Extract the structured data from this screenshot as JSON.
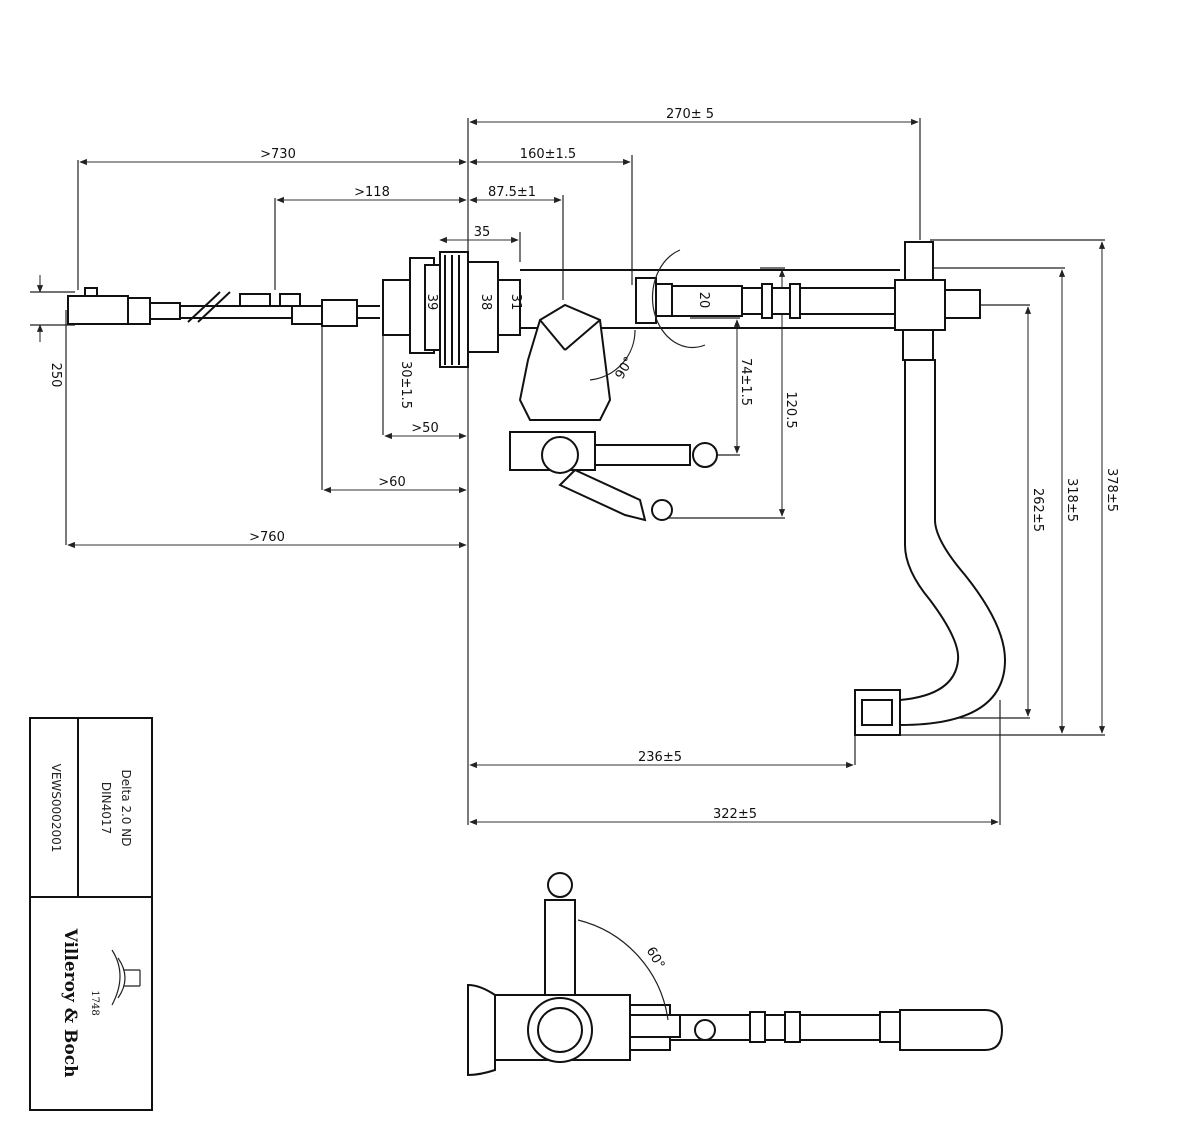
{
  "dimensions": {
    "overall_width": "270± 5",
    "reach_160": "160±1.5",
    "offset_87": "87.5±1",
    "dim_35": "35",
    "min_730": ">730",
    "min_118": ">118",
    "min_50": ">50",
    "min_60": ">60",
    "min_760": ">760",
    "height_250": "250",
    "dia_38": "38",
    "dia_31": "31",
    "dia_39": "39",
    "dia_20": "20",
    "dim_30": "30±1.5",
    "dim_74": "74±1.5",
    "dim_120": "120.5",
    "angle_90": "90°",
    "height_262": "262±5",
    "height_318": "318±5",
    "height_378": "378±5",
    "spout_236": "236±5",
    "spout_322": "322±5",
    "angle_60": "60°"
  },
  "title_block": {
    "doc_number": "VEWS0002001",
    "product_name": "Delta 2.0 ND",
    "revision": "DIN4017",
    "logo_name": "Villeroy & Boch",
    "logo_year": "1748"
  }
}
